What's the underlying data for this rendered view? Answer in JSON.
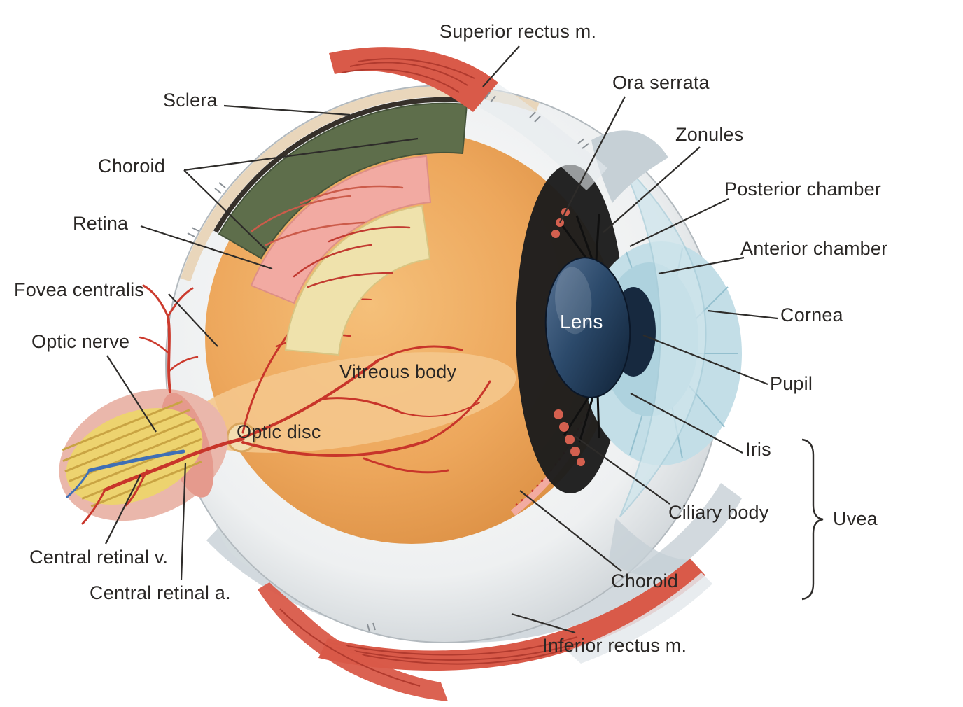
{
  "diagram": {
    "subject": "Cross-section anatomy of the human eye",
    "labels": {
      "superior_rectus": "Superior rectus m.",
      "ora_serrata": "Ora serrata",
      "zonules": "Zonules",
      "posterior_chamber": "Posterior chamber",
      "anterior_chamber": "Anterior chamber",
      "cornea": "Cornea",
      "lens": "Lens",
      "pupil": "Pupil",
      "iris": "Iris",
      "ciliary_body": "Ciliary body",
      "uvea": "Uvea",
      "choroid_lower": "Choroid",
      "inferior_rectus": "Inferior rectus m.",
      "sclera": "Sclera",
      "choroid_upper": "Choroid",
      "retina": "Retina",
      "fovea_centralis": "Fovea centralis",
      "optic_nerve": "Optic nerve",
      "vitreous_body": "Vitreous body",
      "optic_disc": "Optic disc",
      "central_retinal_v": "Central retinal v.",
      "central_retinal_a": "Central retinal a."
    },
    "colors": {
      "label_text": "#2a2725",
      "sclera_white": "#eef0f1",
      "outer_rim_cream": "#e9d6bb",
      "choroid_green": "#5e6e4b",
      "retina_pink": "#f2aaa2",
      "inner_cream": "#efe2ac",
      "vitreous_orange": "#eda75c",
      "vessel_red": "#c8352a",
      "vein_blue": "#3f6fb5",
      "lens_navy": "#2c4a6b",
      "iris_blue": "#c3dee7",
      "cornea_blue": "#cfe5ec",
      "muscle_red": "#d95a49",
      "nerve_yellow": "#edd36f"
    }
  }
}
